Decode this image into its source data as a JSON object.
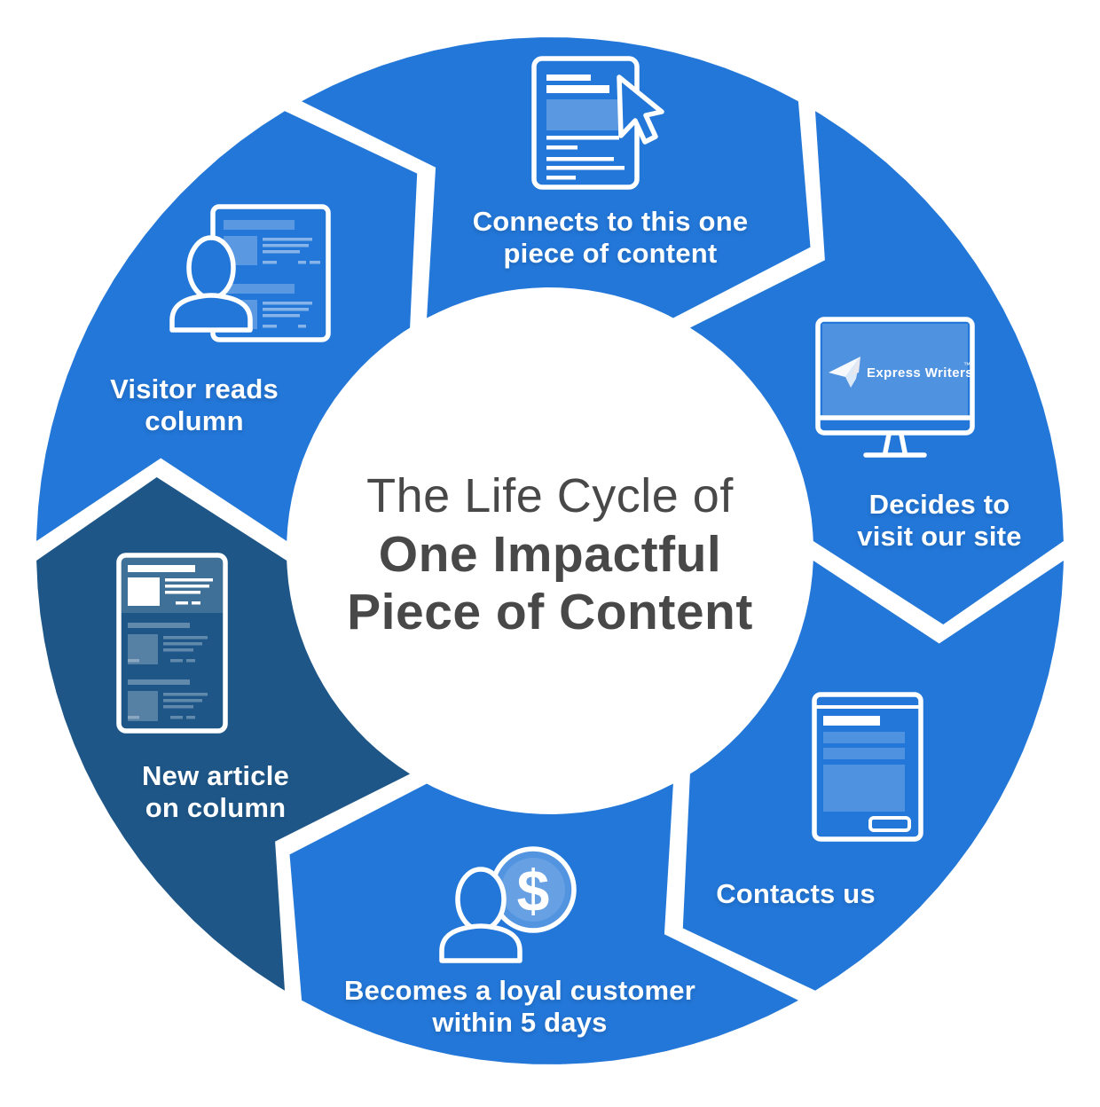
{
  "title": {
    "line1": "The Life Cycle of",
    "line2": "One Impactful",
    "line3": "Piece of Content"
  },
  "colors": {
    "segment_blue": "#2377D8",
    "segment_dark": "#1E5787",
    "title_text": "#484848",
    "label_text": "#FFFFFF",
    "icon_stroke": "#FFFFFF"
  },
  "segments": [
    {
      "id": "connects",
      "icon": "document-cursor-icon",
      "lines": [
        "Connects to this one",
        "piece of content"
      ],
      "lead": 60,
      "trail": 120,
      "dark": false
    },
    {
      "id": "decides",
      "icon": "monitor-icon",
      "lines": [
        "Decides to",
        "visit our site"
      ],
      "lead": 0,
      "trail": 60,
      "dark": false
    },
    {
      "id": "contacts",
      "icon": "contact-form-icon",
      "lines": [
        "Contacts us"
      ],
      "lead": 300,
      "trail": 360,
      "dark": false
    },
    {
      "id": "becomes",
      "icon": "person-dollar-icon",
      "lines": [
        "Becomes a loyal customer",
        "within 5 days"
      ],
      "lead": 240,
      "trail": 300,
      "dark": false
    },
    {
      "id": "new-article",
      "icon": "article-feed-icon",
      "lines": [
        "New article",
        "on column"
      ],
      "lead": 180,
      "trail": 240,
      "dark": true
    },
    {
      "id": "visitor",
      "icon": "person-column-icon",
      "lines": [
        "Visitor reads",
        "column"
      ],
      "lead": 120,
      "trail": 180,
      "dark": false
    }
  ],
  "monitor_logo": {
    "brand": "Express Writers",
    "tm": "™"
  },
  "coin_symbol": "$"
}
